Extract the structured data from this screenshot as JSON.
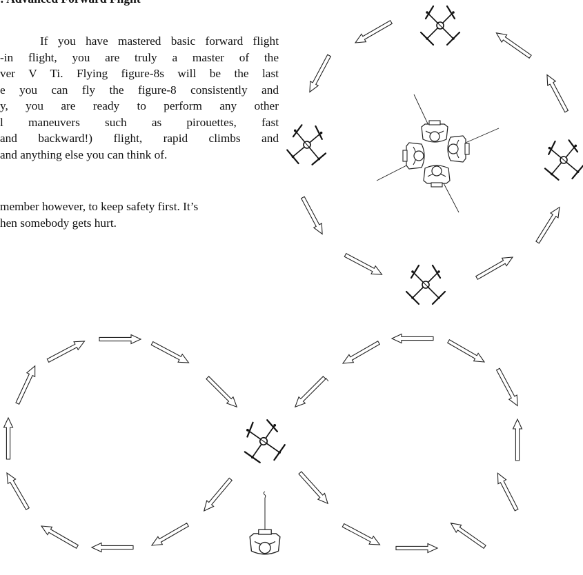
{
  "section": {
    "heading": ":  Advanced Forward Flight"
  },
  "paragraph1": {
    "lines": [
      "If you have mastered basic forward flight",
      "-in flight, you are truly a master of the",
      "ver V Ti. Flying figure-8s will be the last",
      "e you can fly the figure-8 consistently and",
      "y, you are ready to perform any other",
      "l maneuvers such as pirouettes, fast",
      "and backward!) flight, rapid climbs and",
      "and anything else you can think of."
    ]
  },
  "paragraph2": {
    "lines": [
      "member however, to keep safety first. It’s",
      "hen somebody gets hurt."
    ]
  },
  "diagrams": {
    "top": "orientation circle with four quadcopters and pilot views",
    "bottom": "figure-8 flight pattern with quadcopter at crossing and pilot at bottom"
  }
}
